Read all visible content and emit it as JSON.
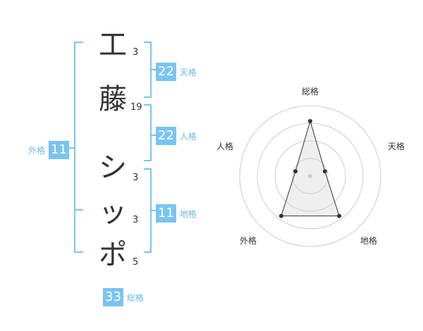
{
  "name": {
    "chars": [
      {
        "char": "工",
        "strokes": "3"
      },
      {
        "char": "藤",
        "strokes": "19"
      },
      {
        "char": "シ",
        "strokes": "3"
      },
      {
        "char": "ッ",
        "strokes": "3"
      },
      {
        "char": "ポ",
        "strokes": "5"
      }
    ]
  },
  "kakusu": {
    "tenkaku": {
      "value": "22",
      "label": "天格"
    },
    "jinkaku": {
      "value": "22",
      "label": "人格"
    },
    "chikaku": {
      "value": "11",
      "label": "地格"
    },
    "gaikaku": {
      "value": "11",
      "label": "外格"
    },
    "soukaku": {
      "value": "33",
      "label": "総格"
    }
  },
  "colors": {
    "accent": "#7ac4f0",
    "bracket": "#7ac4f0",
    "label": "#6cb8e6",
    "text": "#333333"
  },
  "chart_data": {
    "type": "radar",
    "axes": [
      "総格",
      "天格",
      "地格",
      "外格",
      "人格"
    ],
    "values": [
      0.78,
      0.22,
      0.7,
      0.7,
      0.22
    ],
    "rings": 4,
    "range": [
      0,
      1
    ]
  }
}
